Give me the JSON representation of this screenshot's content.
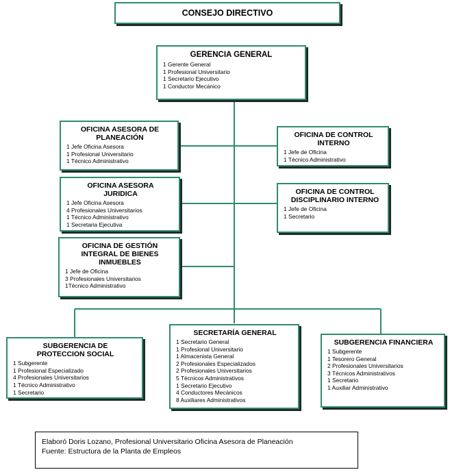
{
  "top": {
    "title": "CONSEJO DIRECTIVO"
  },
  "gerencia": {
    "title": "GERENCIA GENERAL",
    "items": [
      "1 Gerente General",
      "1 Profesional Universitario",
      "1 Secretario Ejecutivo",
      "1 Conductor Mecánico"
    ]
  },
  "planeacion": {
    "title": "OFICINA ASESORA DE PLANEACIÓN",
    "items": [
      "1 Jefe Oficina Asesora",
      "1 Profesional Universitario",
      "1 Técnico Administrativo"
    ]
  },
  "juridica": {
    "title": "OFICINA ASESORA JURIDICA",
    "items": [
      "1 Jefe Oficina Asesora",
      "4 Profesionales Universitarios",
      "1 Técnico Administrativo",
      "1 Secretaria Ejecutiva"
    ]
  },
  "bienes": {
    "title": "OFICINA DE GESTIÓN INTEGRAL DE BIENES INMUEBLES",
    "items": [
      "1 Jefe de Oficina",
      "3 Profesionales Universitarios",
      "1Técnico Administrativo"
    ]
  },
  "control_interno": {
    "title": "OFICINA DE CONTROL INTERNO",
    "items": [
      "1 Jefe de Oficina",
      "1 Técnico Administrativo"
    ]
  },
  "control_disciplinario": {
    "title": "OFICINA DE CONTROL DISCIPLINARIO INTERNO",
    "items": [
      "1 Jefe de Oficina",
      "1 Secretario"
    ]
  },
  "social": {
    "title": "SUBGERENCIA DE PROTECCION SOCIAL",
    "items": [
      "1 Subgerente",
      "1 Profesional Especializado",
      "4 Profesionales Universitarios",
      "1 Técnico Administrativo",
      "1 Secretario"
    ]
  },
  "secretaria": {
    "title": "SECRETARÍA GENERAL",
    "items": [
      "1 Secretario General",
      "1 Profesional Universitario",
      "1 Almacenista General",
      "2 Profesionales Especializados",
      "2 Profesionales Universitarios",
      "5 Técnicos Administrativos",
      "1 Secretario Ejecutivo",
      "4 Conductores Mecánicos",
      "8 Auxiliares Administrativos"
    ]
  },
  "financiera": {
    "title": "SUBGERENCIA FINANCIERA",
    "items": [
      "1 Subgerente",
      "1 Tesorero General",
      "2 Profesionales Universitarios",
      "3 Técnicos Administrativos",
      "1 Secretario",
      "1 Auxiliar Administrativo"
    ]
  },
  "footer": {
    "line1": "Elaboró Doris Lozano, Profesional Universitario Oficina Asesora de Planeación",
    "line2": "Fuente: Estructura de la Planta de Empleos"
  },
  "colors": {
    "border": "#2e8b6e",
    "connector": "#2e8b6e",
    "shadow": "#1f2a2a"
  }
}
